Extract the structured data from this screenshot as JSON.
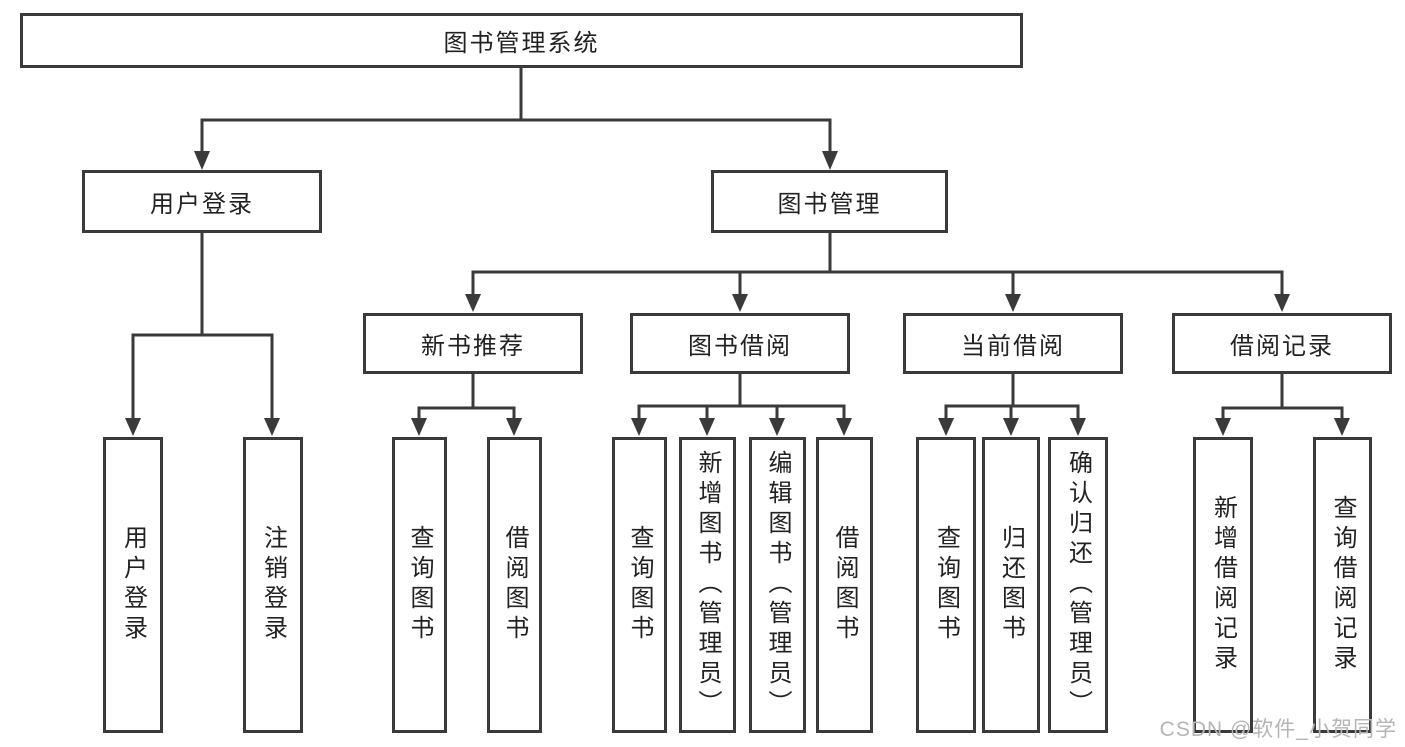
{
  "diagram": {
    "root": {
      "label": "图书管理系统"
    },
    "level2": [
      {
        "id": "user-login",
        "label": "用户登录"
      },
      {
        "id": "book-management",
        "label": "图书管理"
      }
    ],
    "level3": [
      {
        "id": "new-book-recommend",
        "label": "新书推荐"
      },
      {
        "id": "book-borrow",
        "label": "图书借阅"
      },
      {
        "id": "current-borrow",
        "label": "当前借阅"
      },
      {
        "id": "borrow-records",
        "label": "借阅记录"
      }
    ],
    "leaves": {
      "user_login": [
        "用户登录",
        "注销登录"
      ],
      "new_book_recommend": [
        "查询图书",
        "借阅图书"
      ],
      "book_borrow": [
        "查询图书",
        "新增图书（管理员）",
        "编辑图书（管理员）",
        "借阅图书"
      ],
      "current_borrow": [
        "查询图书",
        "归还图书",
        "确认归还（管理员）"
      ],
      "borrow_records": [
        "新增借阅记录",
        "查询借阅记录"
      ]
    }
  },
  "watermark": {
    "text": "CSDN @软件_小贺同学"
  },
  "colors": {
    "line": "#3a3a3a",
    "text": "#222222",
    "watermark": "#b5b5b5",
    "background": "#ffffff"
  }
}
